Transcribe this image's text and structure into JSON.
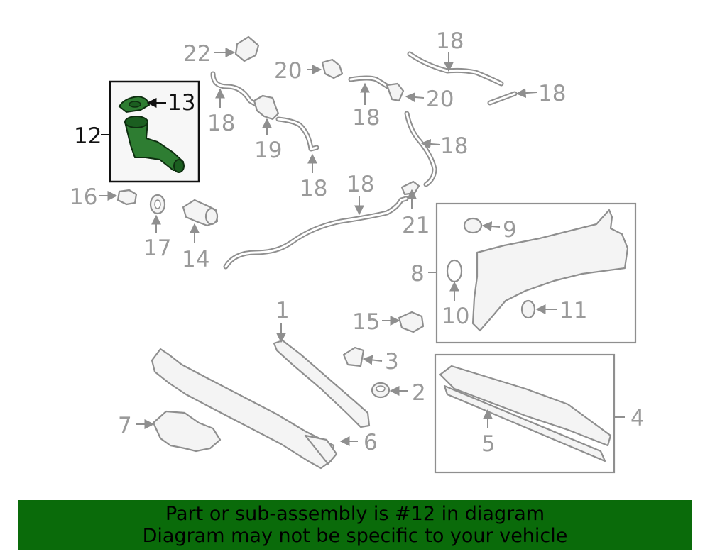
{
  "callouts": {
    "c1": "1",
    "c2": "2",
    "c3": "3",
    "c4": "4",
    "c5": "5",
    "c6": "6",
    "c7": "7",
    "c8": "8",
    "c9": "9",
    "c10": "10",
    "c11": "11",
    "c12": "12",
    "c13": "13",
    "c14": "14",
    "c15": "15",
    "c16": "16",
    "c17": "17",
    "c18a": "18",
    "c18b": "18",
    "c18c": "18",
    "c18d": "18",
    "c18e": "18",
    "c18f": "18",
    "c18g": "18",
    "c19": "19",
    "c20a": "20",
    "c20b": "20",
    "c21": "21",
    "c22": "22"
  },
  "highlighted_part": "12",
  "colors": {
    "highlight": "#2e7d32",
    "banner": "#0a6b0a",
    "lines": "#8f8f8f"
  },
  "banner": {
    "line1": "Part or sub-assembly is #12 in diagram",
    "line2": "Diagram may not be specific to your vehicle"
  }
}
